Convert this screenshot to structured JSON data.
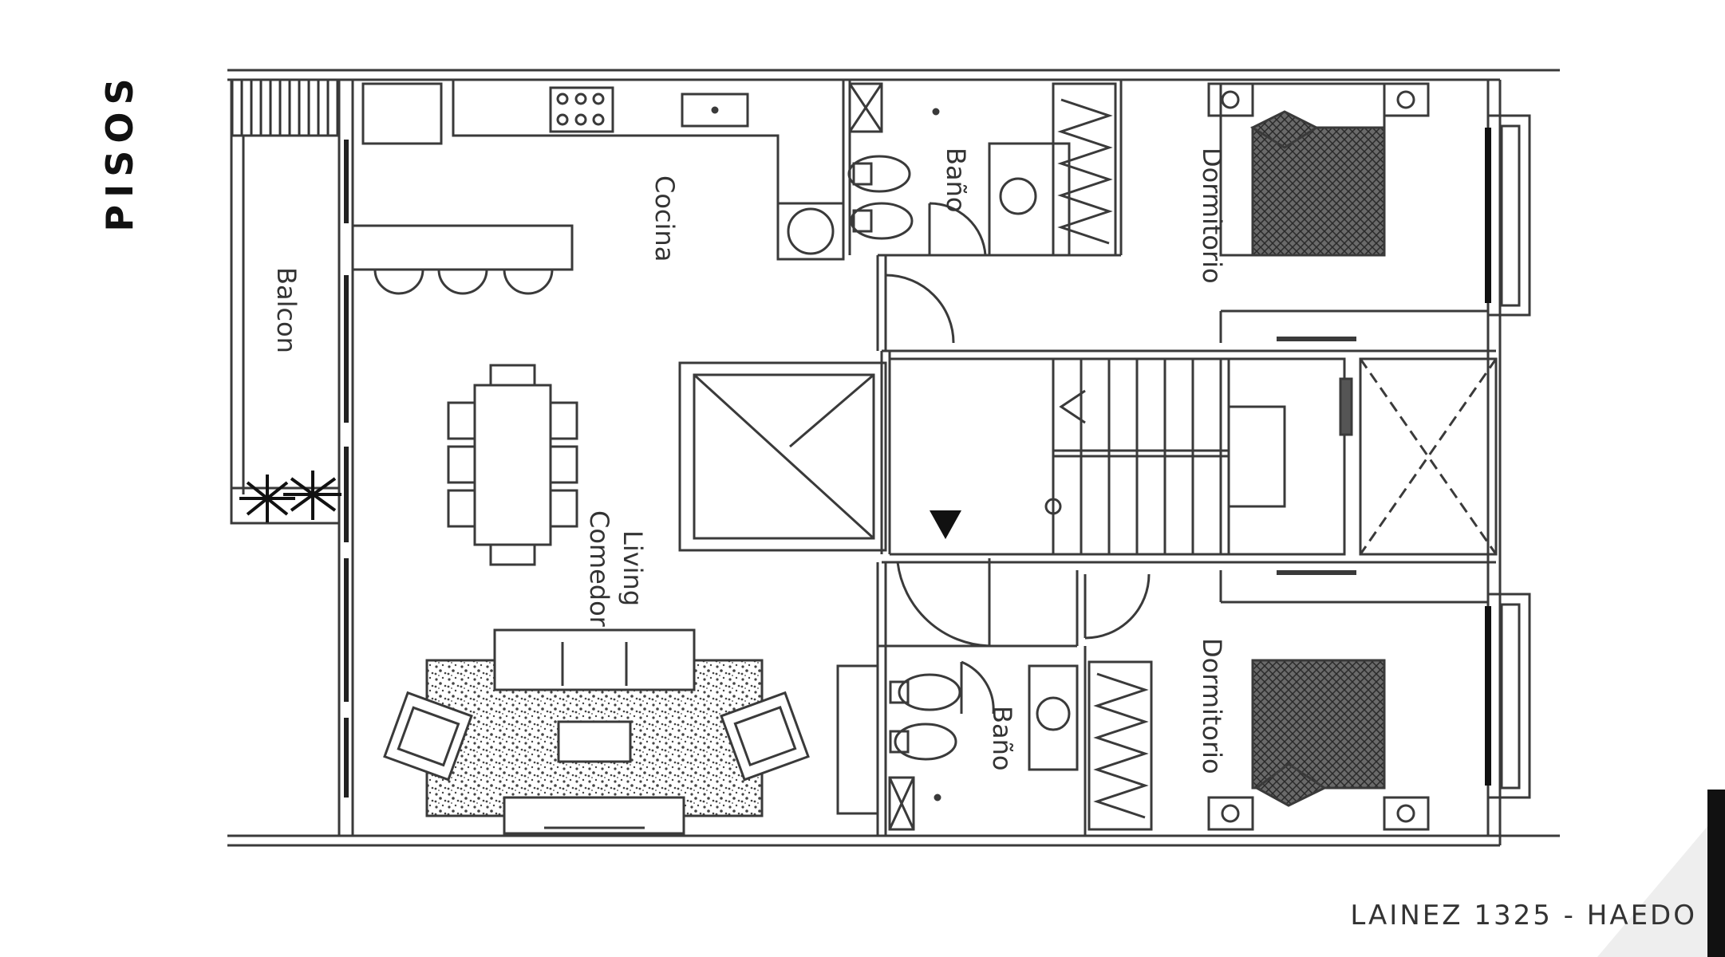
{
  "title": "PISOS",
  "address": "LAINEZ 1325 - HAEDO",
  "rooms": {
    "balcon": "Balcon",
    "cocina": "Cocina",
    "living_line1": "Living",
    "living_line2": "Comedor",
    "bano_top": "Baño",
    "bano_bottom": "Baño",
    "dormitorio_top": "Dormitorio",
    "dormitorio_bottom": "Dormitorio"
  },
  "colors": {
    "line": "#3a3a3a",
    "text": "#333333",
    "hatch": "#555555",
    "background": "#ffffff"
  }
}
